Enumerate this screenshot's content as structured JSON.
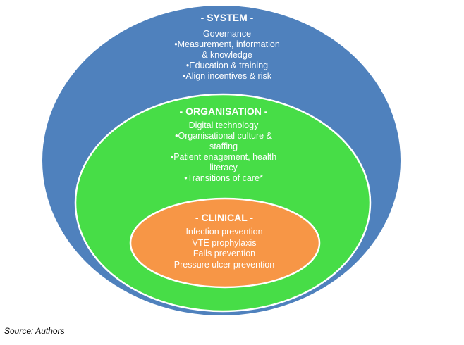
{
  "colors": {
    "system": "#4f81bd",
    "organisation": "#47dd47",
    "clinical": "#f79646",
    "outline": "#ffffff",
    "text": "#ffffff"
  },
  "levels": [
    {
      "id": "system",
      "heading": "- SYSTEM -",
      "lines": [
        "Governance",
        "•Measurement, information",
        "& knowledge",
        "•Education & training",
        "•Align incentives & risk"
      ]
    },
    {
      "id": "organisation",
      "heading": "- ORGANISATION -",
      "lines": [
        "Digital technology",
        "•Organisational culture &",
        "staffing",
        "•Patient enagement, health",
        "literacy",
        "•Transitions of care*"
      ]
    },
    {
      "id": "clinical",
      "heading": "- CLINICAL -",
      "lines": [
        "Infection prevention",
        "VTE prophylaxis",
        "Falls prevention",
        "Pressure ulcer prevention"
      ]
    }
  ],
  "caption": "Source: Authors"
}
